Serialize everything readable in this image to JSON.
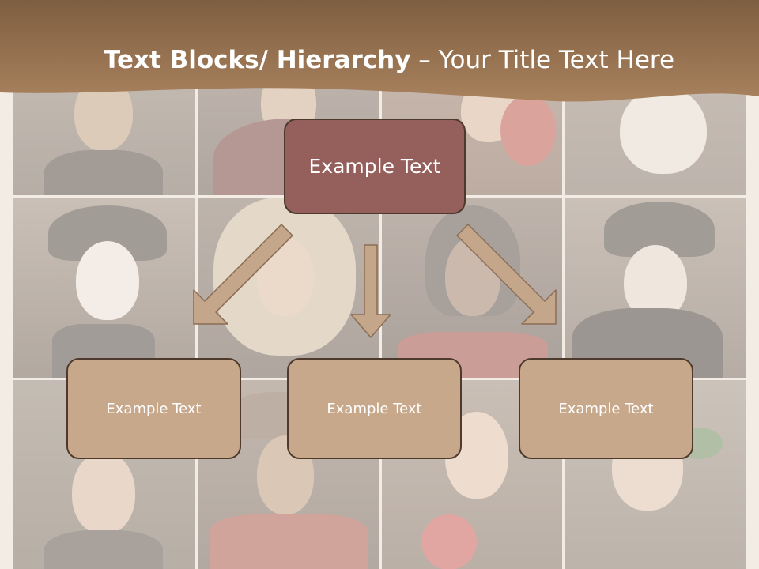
{
  "slide": {
    "title_bold": "Text Blocks/ Hierarchy",
    "title_rest": " – Your Title Text Here"
  },
  "hierarchy": {
    "root_label": "Example Text",
    "children": [
      {
        "label": "Example Text"
      },
      {
        "label": "Example Text"
      },
      {
        "label": "Example Text"
      }
    ]
  },
  "colors": {
    "header_band": "#9a7450",
    "root_box_fill": "#955f5c",
    "child_box_fill": "#c7a88b",
    "box_border": "#4e3a2c",
    "arrow_fill": "#c4a68a",
    "arrow_outline": "#8b6d55"
  }
}
